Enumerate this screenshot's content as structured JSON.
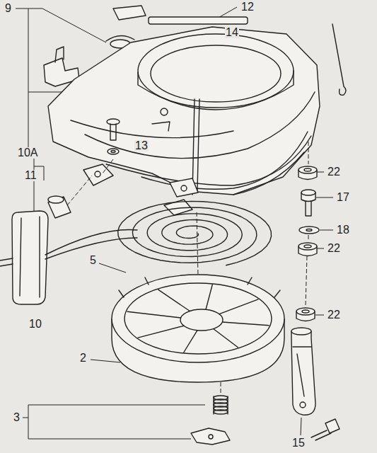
{
  "diagram": {
    "labels": [
      "9",
      "12",
      "14",
      "10A",
      "13",
      "22",
      "17",
      "11",
      "18",
      "22",
      "5",
      "22",
      "10",
      "2",
      "3",
      "15"
    ]
  }
}
